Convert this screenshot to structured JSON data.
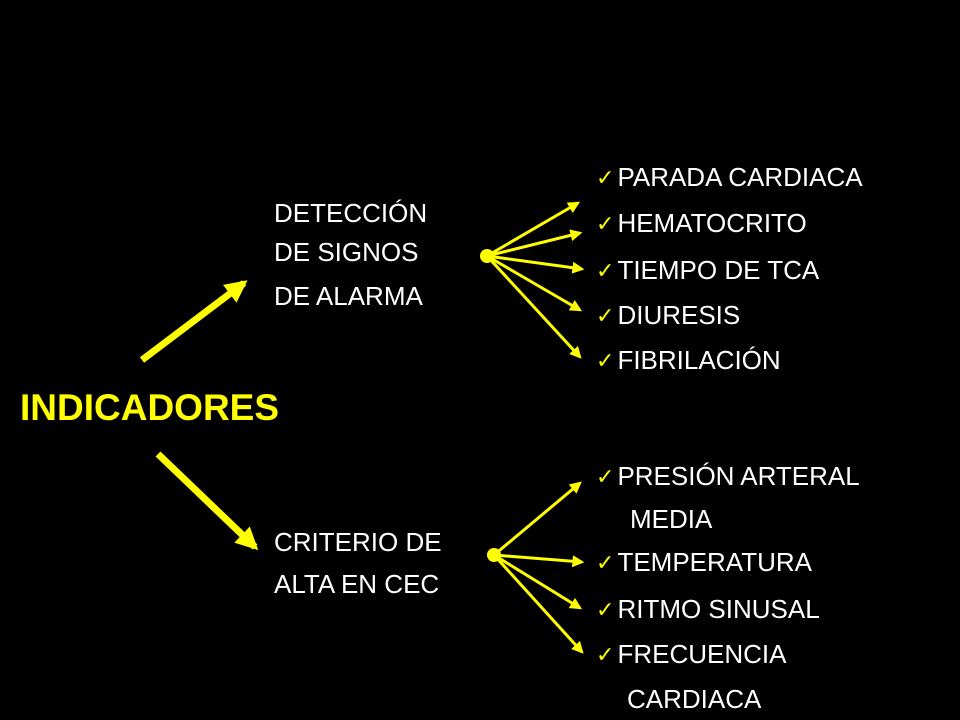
{
  "colors": {
    "background": "#000000",
    "accent": "#ffff00",
    "text": "#ffffff"
  },
  "root": {
    "label": "INDICADORES"
  },
  "check_icon": "check-mark-icon",
  "groups": [
    {
      "label_lines": [
        "DETECCIÓN",
        "DE SIGNOS",
        "DE ALARMA"
      ],
      "items": [
        {
          "lines": [
            "PARADA CARDIACA"
          ]
        },
        {
          "lines": [
            "HEMATOCRITO"
          ]
        },
        {
          "lines": [
            "TIEMPO DE TCA"
          ]
        },
        {
          "lines": [
            "DIURESIS"
          ]
        },
        {
          "lines": [
            "FIBRILACIÓN"
          ]
        }
      ]
    },
    {
      "label_lines": [
        "CRITERIO DE",
        "ALTA EN CEC"
      ],
      "items": [
        {
          "lines": [
            "PRESIÓN ARTERAL",
            "MEDIA"
          ]
        },
        {
          "lines": [
            "TEMPERATURA"
          ]
        },
        {
          "lines": [
            "RITMO SINUSAL"
          ]
        },
        {
          "lines": [
            "FRECUENCIA",
            "CARDIACA"
          ]
        }
      ]
    }
  ]
}
